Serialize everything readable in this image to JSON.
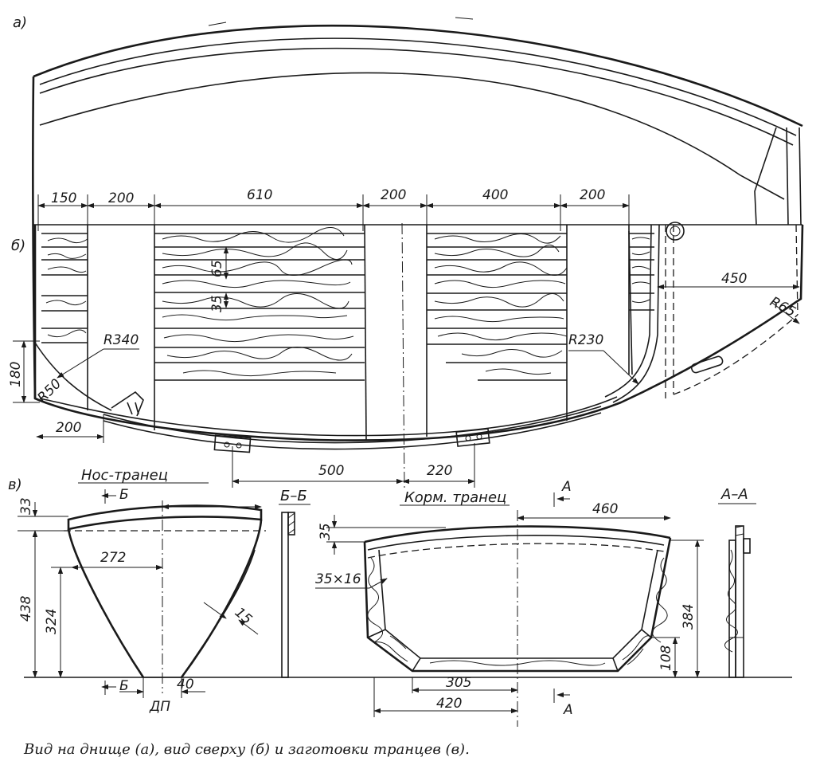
{
  "views": {
    "a": "а)",
    "b": "б)",
    "v": "в)"
  },
  "top_dims": [
    "150",
    "200",
    "610",
    "200",
    "400",
    "200"
  ],
  "plank_dims": {
    "width": "65",
    "gap": "35"
  },
  "hull_dims": {
    "stern_width": "450",
    "r_bow_corner": "R65",
    "r_stern": "R340",
    "r_bow": "R230",
    "height_180": "180",
    "r_50": "R50",
    "bottom_200": "200",
    "bottom_500": "500",
    "bottom_220": "220"
  },
  "bow_transom": {
    "title": "Нос-транец",
    "section_mark": "Б",
    "section_title": "Б–Б",
    "h_33": "33",
    "h_438": "438",
    "h_324": "324",
    "w_272": "272",
    "t_15": "15",
    "w_40": "40",
    "dp": "ДП"
  },
  "stern_transom": {
    "title": "Корм. транец",
    "section_mark": "А",
    "section_title": "А–А",
    "w_460": "460",
    "h_35": "35",
    "bar": "35×16",
    "h_384": "384",
    "h_108": "108",
    "w_305": "305",
    "w_420": "420"
  },
  "caption": "Вид на днище (а), вид сверху (б) и заготовки транцев (в)."
}
